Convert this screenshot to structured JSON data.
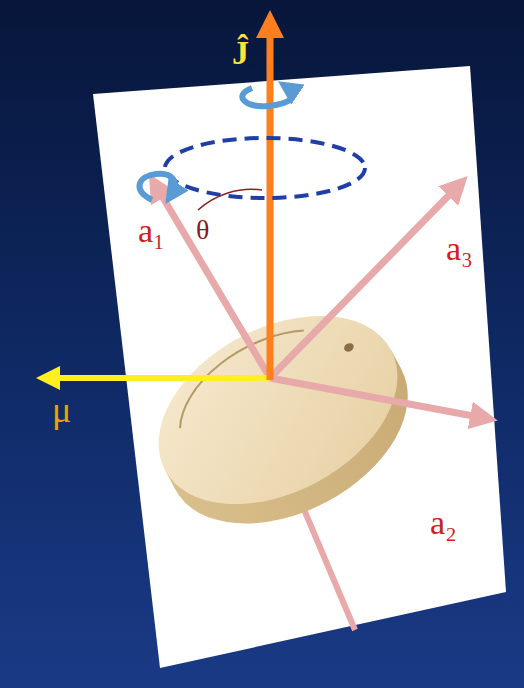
{
  "diagram": {
    "labels": [
      "Ĵ",
      "a₁",
      "θ",
      "a₃",
      "μ",
      "a₂"
    ]
  }
}
